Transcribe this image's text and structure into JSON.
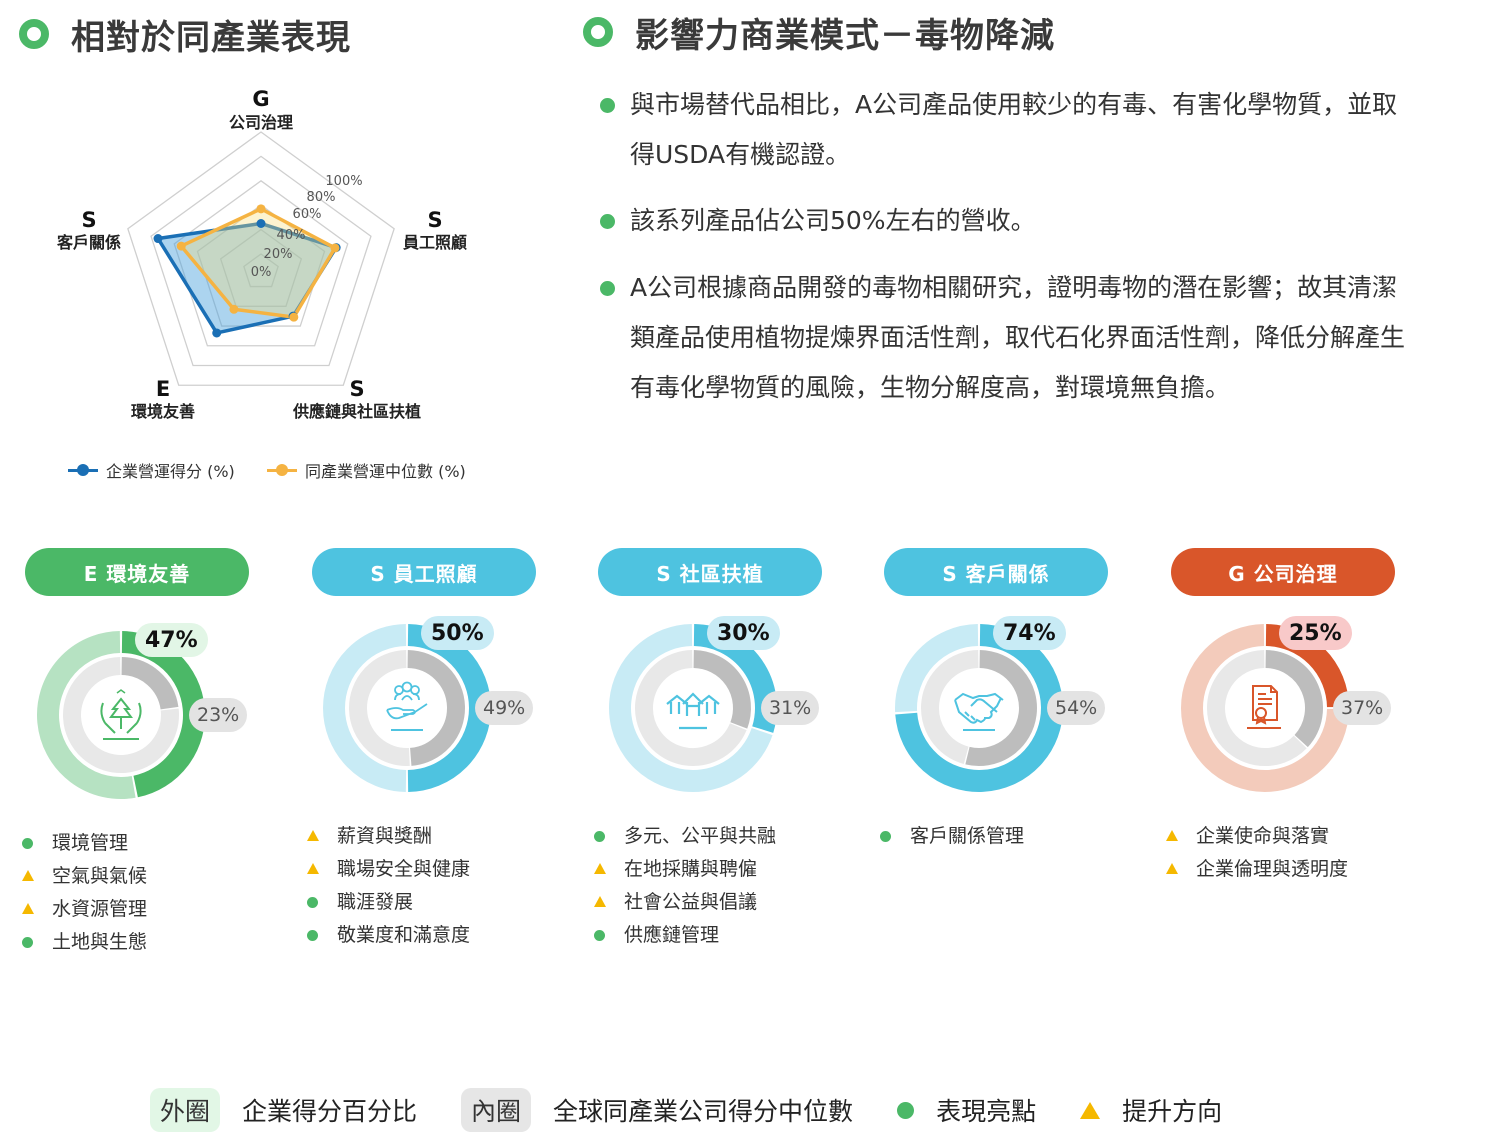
{
  "left_section": {
    "title": "相對於同產業表現"
  },
  "right_section": {
    "title": "影響力商業模式－毒物降減",
    "paragraphs": [
      "與市場替代品相比，A公司產品使用較少的有毒、有害化學物質，並取得USDA有機認證。",
      "該系列產品佔公司50%左右的營收。",
      "A公司根據商品開發的毒物相關研究，證明毒物的潛在影響；故其清潔類產品使用植物提煉界面活性劑，取代石化界面活性劑，降低分解產生有毒化學物質的風險，生物分解度高，對環境無負擔。"
    ]
  },
  "radar": {
    "axes": [
      {
        "letter": "G",
        "name": "公司治理"
      },
      {
        "letter": "S",
        "name": "員工照顧"
      },
      {
        "letter": "S",
        "name": "供應鏈與社區扶植"
      },
      {
        "letter": "E",
        "name": "環境友善"
      },
      {
        "letter": "S",
        "name": "客戶關係"
      }
    ],
    "ticks": [
      "0%",
      "20%",
      "40%",
      "60%",
      "80%",
      "100%"
    ],
    "legend": {
      "company": "企業營運得分 (%)",
      "peer": "同產業營運中位數 (%)"
    }
  },
  "chart_data": [
    {
      "type": "radar",
      "title": "相對於同產業表現",
      "categories": [
        "G 公司治理",
        "S 員工照顧",
        "S 供應鏈與社區扶植",
        "E 環境友善",
        "S 客戶關係"
      ],
      "series": [
        {
          "name": "企業營運得分 (%)",
          "color": "#1a6fb5",
          "values": [
            25,
            50,
            30,
            47,
            74
          ]
        },
        {
          "name": "同產業營運中位數 (%)",
          "color": "#f5b342",
          "values": [
            37,
            49,
            31,
            23,
            54
          ]
        }
      ],
      "range": [
        0,
        100
      ],
      "tick_labels": [
        "0%",
        "20%",
        "40%",
        "60%",
        "80%",
        "100%"
      ],
      "legend_position": "bottom"
    },
    {
      "type": "pie",
      "subtype": "double-donut",
      "categories": [
        "E 環境友善",
        "S 員工照顧",
        "S 社區扶植",
        "S 客戶關係",
        "G 公司治理"
      ],
      "series": [
        {
          "name": "外圈 企業得分百分比",
          "values": [
            47,
            50,
            30,
            74,
            25
          ]
        },
        {
          "name": "內圈 全球同產業公司得分中位數",
          "values": [
            23,
            49,
            31,
            54,
            37
          ]
        }
      ]
    }
  ],
  "categories": [
    {
      "label": "E 環境友善",
      "score": "47%",
      "median": "23%",
      "score_value": 47,
      "median_value": 23,
      "color": "#4bb867",
      "light": "#b6e2c2",
      "badge_bg": "#e2f6e6",
      "icon": "hands-tree-icon",
      "items": [
        {
          "type": "highlight",
          "label": "環境管理"
        },
        {
          "type": "improve",
          "label": "空氣與氣候"
        },
        {
          "type": "improve",
          "label": "水資源管理"
        },
        {
          "type": "highlight",
          "label": "土地與生態"
        }
      ]
    },
    {
      "label": "S 員工照顧",
      "score": "50%",
      "median": "49%",
      "score_value": 50,
      "median_value": 49,
      "color": "#4ec3e0",
      "light": "#c8ebf5",
      "badge_bg": "#c8ebf5",
      "icon": "hand-people-icon",
      "items": [
        {
          "type": "improve",
          "label": "薪資與獎酬"
        },
        {
          "type": "improve",
          "label": "職場安全與健康"
        },
        {
          "type": "highlight",
          "label": "職涯發展"
        },
        {
          "type": "highlight",
          "label": "敬業度和滿意度"
        }
      ]
    },
    {
      "label": "S 社區扶植",
      "score": "30%",
      "median": "31%",
      "score_value": 30,
      "median_value": 31,
      "color": "#4ec3e0",
      "light": "#c8ebf5",
      "badge_bg": "#c8ebf5",
      "icon": "houses-icon",
      "items": [
        {
          "type": "highlight",
          "label": "多元、公平與共融"
        },
        {
          "type": "improve",
          "label": "在地採購與聘僱"
        },
        {
          "type": "improve",
          "label": "社會公益與倡議"
        },
        {
          "type": "highlight",
          "label": "供應鏈管理"
        }
      ]
    },
    {
      "label": "S 客戶關係",
      "score": "74%",
      "median": "54%",
      "score_value": 74,
      "median_value": 54,
      "color": "#4ec3e0",
      "light": "#c8ebf5",
      "badge_bg": "#c8ebf5",
      "icon": "handshake-icon",
      "items": [
        {
          "type": "highlight",
          "label": "客戶關係管理"
        }
      ]
    },
    {
      "label": "G 公司治理",
      "score": "25%",
      "median": "37%",
      "score_value": 25,
      "median_value": 37,
      "color": "#d9562a",
      "light": "#f3cbbb",
      "badge_bg": "#f8c9c9",
      "icon": "certificate-icon",
      "items": [
        {
          "type": "improve",
          "label": "企業使命與落實"
        },
        {
          "type": "improve",
          "label": "企業倫理與透明度"
        }
      ]
    }
  ],
  "legend": {
    "outer_chip": "外圈",
    "outer_label": "企業得分百分比",
    "inner_chip": "內圈",
    "inner_label": "全球同產業公司得分中位數",
    "highlight_label": "表現亮點",
    "improve_label": "提升方向"
  },
  "colors": {
    "green": "#4bb867",
    "blue": "#4ec3e0",
    "orange": "#d9562a",
    "company_line": "#1a6fb5",
    "peer_line": "#f5b342",
    "triangle": "#f5b800"
  }
}
